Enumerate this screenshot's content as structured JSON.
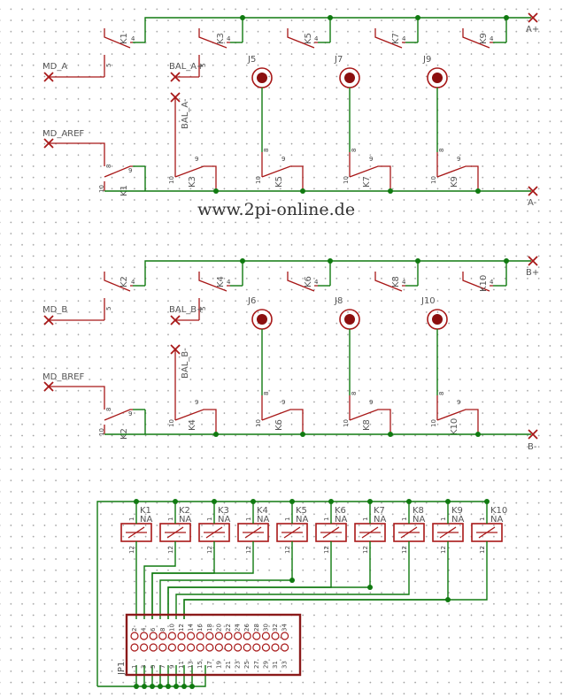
{
  "watermark": "www.2pi-online.de",
  "nets": {
    "a_plus": "A+",
    "a_minus": "A-",
    "b_plus": "B+",
    "b_minus": "B-",
    "md_a": "MD_A",
    "md_aref": "MD_AREF",
    "bal_a_plus": "BAL_A+",
    "bal_a_minus": "BAL_A-",
    "md_b": "MD_B",
    "md_bref": "MD_BREF",
    "bal_b_plus": "BAL_B+",
    "bal_b_minus": "BAL_B-"
  },
  "pins": {
    "p4": "4",
    "p5": "5",
    "p8": "8",
    "p9": "9",
    "p10": "10",
    "p1": "1",
    "p12": "12"
  },
  "relays_top_a": [
    "K1",
    "K3",
    "K5",
    "K7",
    "K9"
  ],
  "relays_bottom_a": [
    "K1",
    "K3",
    "K5",
    "K7",
    "K9"
  ],
  "jacks_a": [
    "J5",
    "J7",
    "J9"
  ],
  "relays_top_b": [
    "K2",
    "K4",
    "K6",
    "K8",
    "K10"
  ],
  "relays_bottom_b": [
    "K2",
    "K4",
    "K6",
    "K8",
    "K10"
  ],
  "jacks_b": [
    "J6",
    "J8",
    "J10"
  ],
  "coils": [
    {
      "name": "K1",
      "type": "NA"
    },
    {
      "name": "K2",
      "type": "NA"
    },
    {
      "name": "K3",
      "type": "NA"
    },
    {
      "name": "K4",
      "type": "NA"
    },
    {
      "name": "K5",
      "type": "NA"
    },
    {
      "name": "K6",
      "type": "NA"
    },
    {
      "name": "K7",
      "type": "NA"
    },
    {
      "name": "K8",
      "type": "NA"
    },
    {
      "name": "K9",
      "type": "NA"
    },
    {
      "name": "K10",
      "type": "NA"
    }
  ],
  "connector": {
    "name": "JP1",
    "even_pins": [
      "2",
      "4",
      "6",
      "8",
      "10",
      "12",
      "14",
      "16",
      "18",
      "20",
      "22",
      "24",
      "26",
      "28",
      "30",
      "32",
      "34"
    ],
    "odd_pins": [
      "1",
      "3",
      "5",
      "7",
      "9",
      "11",
      "13",
      "15",
      "17",
      "19",
      "21",
      "23",
      "25",
      "27",
      "29",
      "31",
      "33"
    ]
  }
}
